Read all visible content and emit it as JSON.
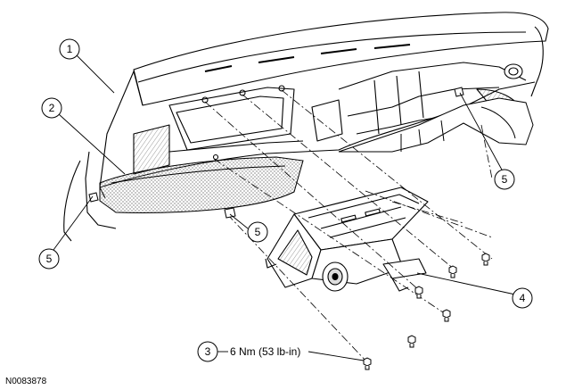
{
  "callouts": {
    "c1": "1",
    "c2": "2",
    "c3": "3",
    "c4": "4",
    "c5_right": "5",
    "c5_left": "5",
    "c5_middle": "5"
  },
  "torque_spec": "6 Nm (53 lb-in)",
  "figure_id": "N0083878",
  "colors": {
    "line": "#000000",
    "background": "#ffffff",
    "shade": "#bdbdbd"
  }
}
